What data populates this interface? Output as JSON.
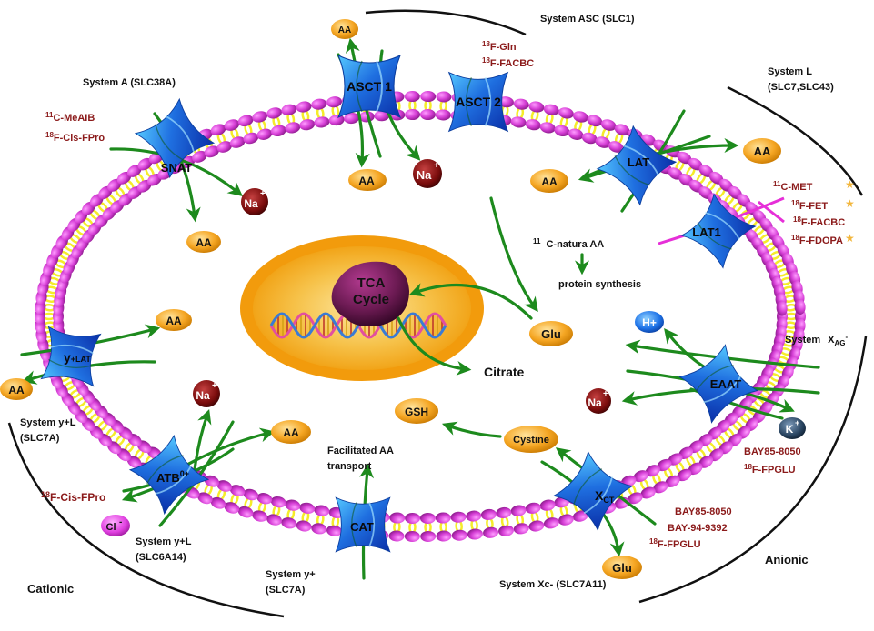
{
  "systems": {
    "asc": "System ASC (SLC1)",
    "a": "System A (SLC38A)",
    "l_line1": "System L",
    "l_line2": "(SLC7,SLC43)",
    "xag": "System",
    "xag_symbol": "X",
    "xag_sub": "AG",
    "xag_sup": "-",
    "yl_left_line1": "System y+L",
    "yl_left_line2": "(SLC7A)",
    "yl_atb_line1": "System y+L",
    "yl_atb_line2": "(SLC6A14)",
    "yplus_line1": "System y+",
    "yplus_line2": "(SLC7A)",
    "xc": "System Xc- (SLC7A11)"
  },
  "groups": {
    "cationic": "Cationic",
    "anionic": "Anionic"
  },
  "transporters": {
    "asct1": "ASCT 1",
    "asct2": "ASCT 2",
    "snat": "SNAT",
    "lat": "LAT",
    "lat1": "LAT1",
    "ylat_main": "y",
    "ylat_sub": "+LAT",
    "eaat": "EAAT",
    "atb_main": "ATB",
    "atb_sup": "0+",
    "cat": "CAT",
    "xct_main": "X",
    "xct_sub": "CT"
  },
  "tracers": {
    "a": [
      {
        "iso": "11",
        "name": "C-MeAIB"
      },
      {
        "iso": "18",
        "name": "F-Cis-FPro"
      }
    ],
    "asc": [
      {
        "iso": "18",
        "name": "F-Gln"
      },
      {
        "iso": "18",
        "name": "F-FACBC"
      }
    ],
    "l": [
      {
        "iso": "11",
        "name": "C-MET",
        "star": "★"
      },
      {
        "iso": "18",
        "name": "F-FET",
        "star": "★"
      },
      {
        "iso": "18",
        "name": "F-FACBC",
        "star": ""
      },
      {
        "iso": "18",
        "name": "F-FDOPA",
        "star": "★"
      }
    ],
    "eaat": [
      {
        "iso": "",
        "name": "BAY85-8050"
      },
      {
        "iso": "18",
        "name": "F-FPGLU"
      }
    ],
    "xc": [
      {
        "iso": "",
        "name": "BAY85-8050"
      },
      {
        "iso": "",
        "name": "BAY-94-9392"
      },
      {
        "iso": "18",
        "name": "F-FPGLU"
      }
    ],
    "atb": [
      {
        "iso": "18",
        "name": "F-Cis-FPro"
      }
    ]
  },
  "molecules": {
    "aa": "AA",
    "glu": "Glu",
    "gsh": "GSH",
    "cystine": "Cystine",
    "na": "Na",
    "na_sup": "+",
    "k": "K",
    "k_sup": "+",
    "h": "H+",
    "cl": "Cl",
    "cl_sup": "-"
  },
  "center": {
    "tca_line1": "TCA",
    "tca_line2": "Cycle",
    "citrate": "Citrate",
    "natural_iso": "11",
    "natural_aa": "C-natura AA",
    "protein_synthesis": "protein synthesis",
    "facilitated_line1": "Facilitated AA",
    "facilitated_line2": "transport"
  },
  "colors": {
    "membrane_head": "#d63fd6",
    "membrane_tail": "#f5ec2a",
    "transporter": "#1f6fe0",
    "arrow": "#1d8a1d",
    "tracer_text": "#8b1a1a",
    "aa_fill": "#f5a623",
    "ion_na": "#7a0c0c",
    "ion_k": "#27425e",
    "ion_h": "#1e73e8",
    "ion_cl": "#e040e0",
    "nucleus_outer": "#f29b0c",
    "nucleus_inner": "#f2b52a",
    "tca": "#6b1a52",
    "inhibitor_line": "#e62fd8"
  }
}
